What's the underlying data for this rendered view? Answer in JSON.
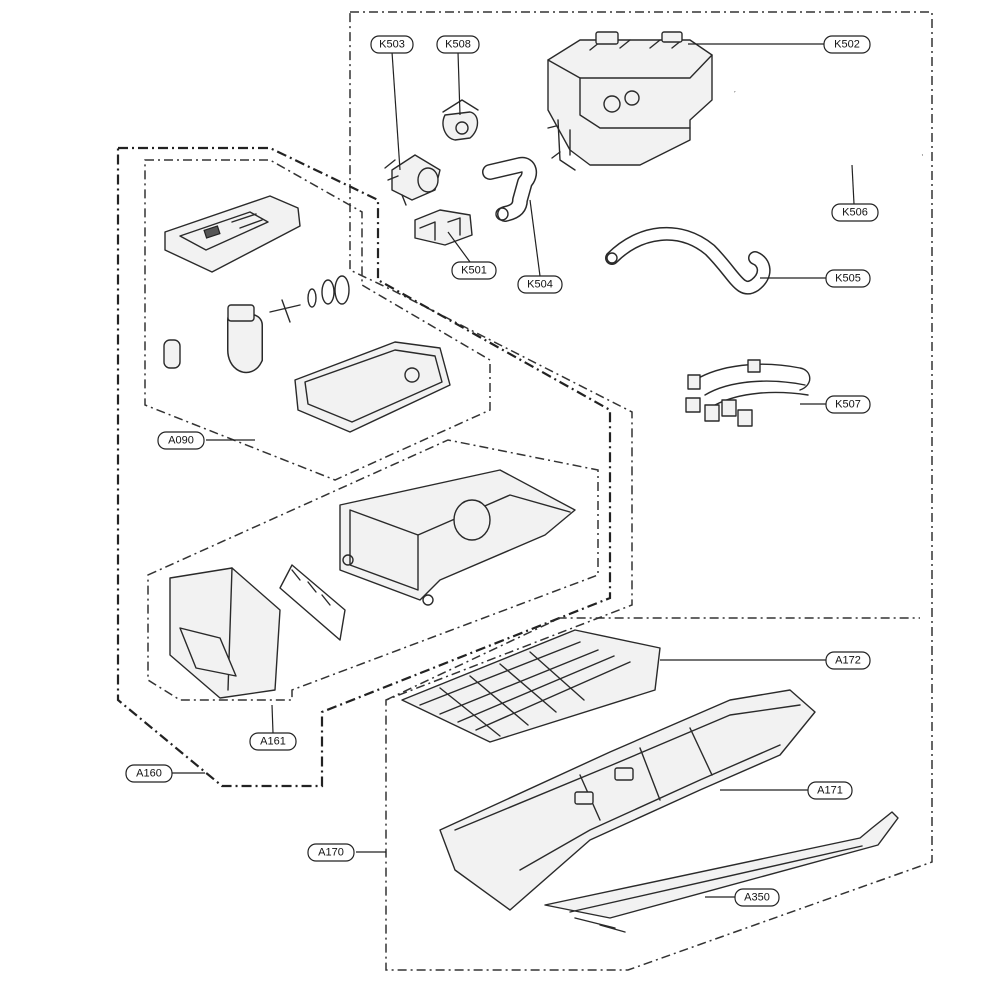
{
  "callouts": {
    "k503": "K503",
    "k508": "K508",
    "k502": "K502",
    "k506": "K506",
    "k501": "K501",
    "k504": "K504",
    "k505": "K505",
    "k507": "K507",
    "a090": "A090",
    "a172": "A172",
    "a161": "A161",
    "a160": "A160",
    "a171": "A171",
    "a170": "A170",
    "a350": "A350"
  }
}
